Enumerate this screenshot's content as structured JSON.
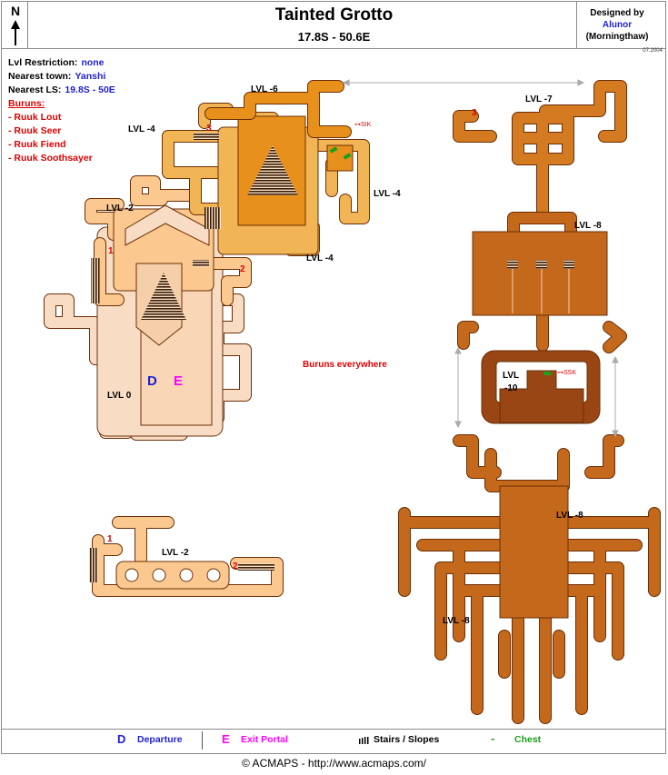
{
  "header": {
    "title": "Tainted Grotto",
    "coords": "17.8S - 50.6E",
    "designed_by": "Designed by",
    "author": "Alunor",
    "server": "(Morningthaw)",
    "date": "07.2004",
    "compass": "N"
  },
  "info": {
    "lvl_restriction_label": "Lvl Restriction:",
    "lvl_restriction": "none",
    "nearest_town_label": "Nearest town:",
    "nearest_town": "Yanshi",
    "nearest_ls_label": "Nearest LS:",
    "nearest_ls": "19.8S - 50E",
    "monsters_heading": "Buruns:",
    "monsters": [
      "- Ruuk Lout",
      "- Ruuk Seer",
      "- Ruuk Fiend",
      "- Ruuk Soothsayer"
    ]
  },
  "map": {
    "levels": {
      "lvl_m6": "LVL -6",
      "lvl_m4_a": "LVL -4",
      "lvl_m4_b": "LVL -4",
      "lvl_m4_c": "LVL -4",
      "lvl_m2_a": "LVL -2",
      "lvl_0": "LVL 0",
      "lvl_m2_b": "LVL -2",
      "lvl_m7": "LVL -7",
      "lvl_m8_a": "LVL -8",
      "lvl_m10_a": "LVL",
      "lvl_m10_b": "-10",
      "lvl_m8_b": "LVL -8",
      "lvl_m8_c": "LVL -8"
    },
    "markers": {
      "m1a": "1",
      "m2a": "2",
      "m3a": "3",
      "m3b": "3",
      "m1b": "1",
      "m2b": "2",
      "departure": "D",
      "exit": "E",
      "sik": "SIK",
      "ssk": "SSK"
    },
    "note": "Buruns everywhere",
    "colors": {
      "lvl0": "#f8dcc4",
      "lvl_m2": "#fbc990",
      "lvl_m4": "#f2b556",
      "lvl_m6": "#e8901c",
      "lvl_m7": "#d47a20",
      "lvl_m8": "#c4681c",
      "lvl_m10": "#9a4614",
      "outline": "#6a2f08",
      "red": "#e00000",
      "blue": "#1f1fd0",
      "magenta": "#ff00ff",
      "green": "#1aa01a"
    }
  },
  "legend": {
    "departure_key": "D",
    "departure": "Departure",
    "exit_key": "E",
    "exit": "Exit Portal",
    "stairs": "Stairs / Slopes",
    "chest_key": "-",
    "chest": "Chest"
  },
  "footer": {
    "copyright": "© ACMAPS - http://www.acmaps.com/"
  }
}
